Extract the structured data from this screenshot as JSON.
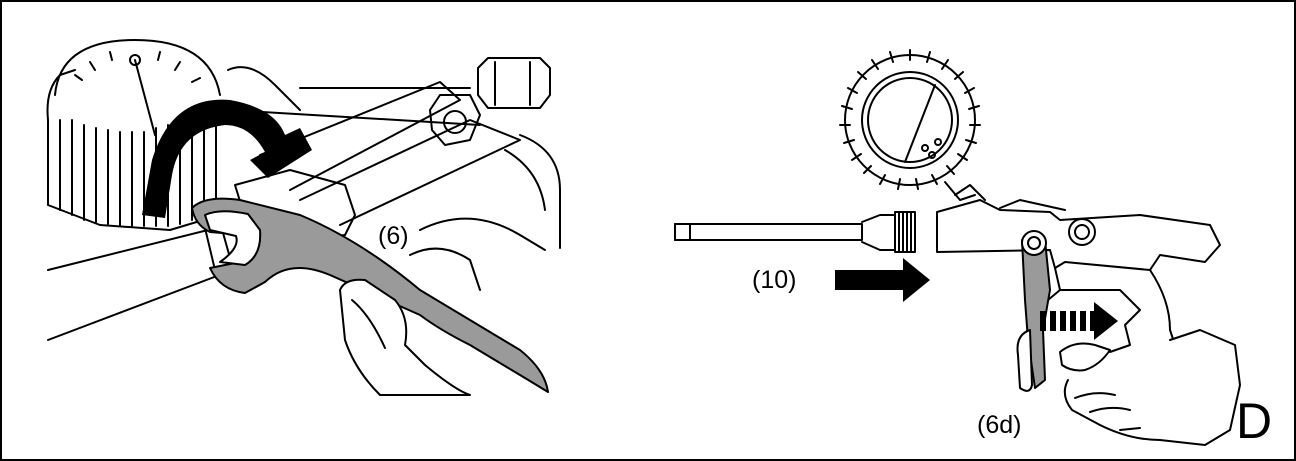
{
  "figure": {
    "panel_letter": "D",
    "callouts": {
      "part_6": "(6)",
      "part_10": "(10)",
      "part_6d": "(6d)"
    }
  },
  "icons": {
    "left_panel": [
      "pressure-gauge-icon",
      "wrench-icon",
      "hand-icon",
      "rotation-arrow-icon",
      "hose-fitting-icon"
    ],
    "right_panel": [
      "pressure-gauge-icon",
      "inflator-gun-icon",
      "nozzle-icon",
      "hand-icon",
      "push-arrow-icon",
      "dashed-arrow-icon"
    ]
  },
  "colors": {
    "stroke": "#000000",
    "wrench_fill": "#9a9a9a",
    "background": "#ffffff"
  }
}
